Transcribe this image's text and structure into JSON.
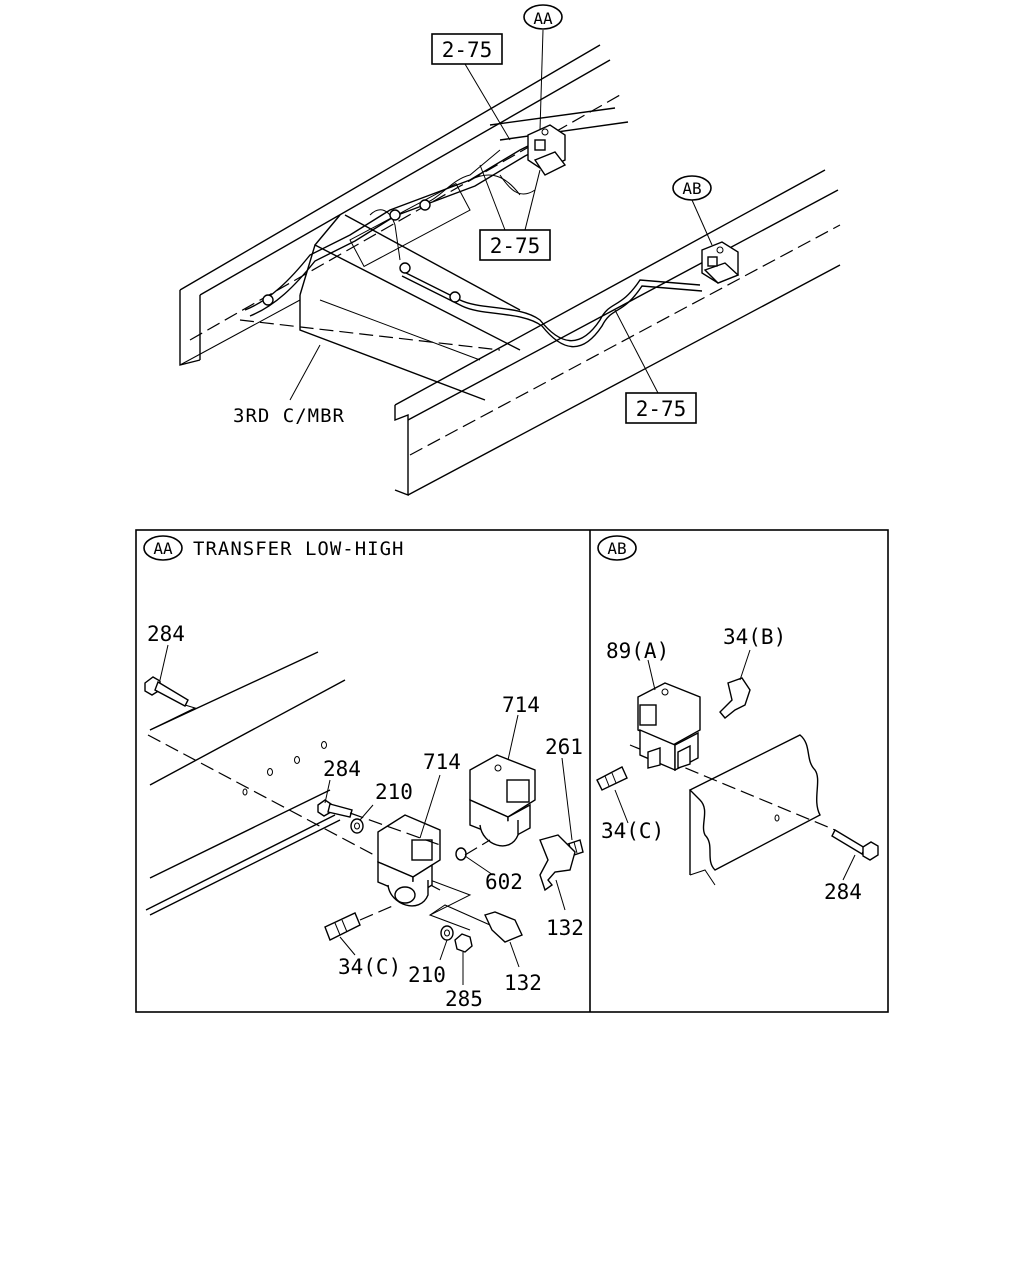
{
  "overview": {
    "callout_aa": "AA",
    "callout_ab": "AB",
    "ref_1": "2-75",
    "ref_2": "2-75",
    "ref_3": "2-75",
    "crossmember_label": "3RD C/MBR"
  },
  "detail_aa": {
    "callout": "AA",
    "title": "TRANSFER LOW-HIGH",
    "parts": {
      "p284_top": "284",
      "p284_mid": "284",
      "p210_upper": "210",
      "p714_left": "714",
      "p714_right": "714",
      "p261": "261",
      "p602": "602",
      "p132_right": "132",
      "p34c": "34(C)",
      "p210_lower": "210",
      "p285": "285",
      "p132_lower": "132"
    }
  },
  "detail_ab": {
    "callout": "AB",
    "parts": {
      "p89a": "89(A)",
      "p34b": "34(B)",
      "p34c": "34(C)",
      "p284": "284"
    }
  }
}
